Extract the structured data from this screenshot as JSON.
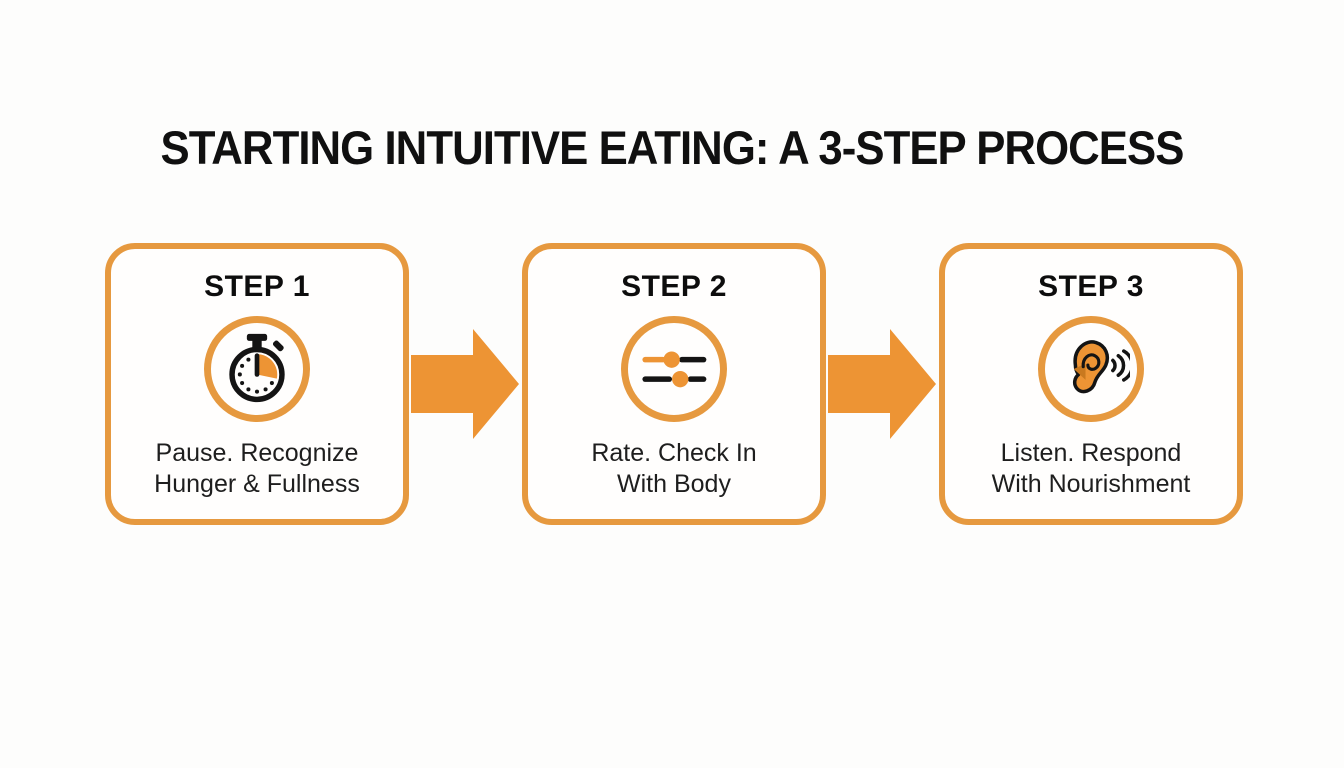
{
  "title": "STARTING INTUITIVE EATING: A 3-STEP PROCESS",
  "colors": {
    "accent": "#ED9434",
    "box-border": "#E6993F",
    "icon-outline": "#141414",
    "title-color": "#101010",
    "caption-color": "#1E1E1E"
  },
  "steps": [
    {
      "label": "STEP 1",
      "icon": "stopwatch-icon",
      "caption_line1": "Pause. Recognize",
      "caption_line2": "Hunger & Fullness"
    },
    {
      "label": "STEP 2",
      "icon": "sliders-icon",
      "caption_line1": "Rate. Check In",
      "caption_line2": "With Body"
    },
    {
      "label": "STEP 3",
      "icon": "ear-listening-icon",
      "caption_line1": "Listen. Respond",
      "caption_line2": "With Nourishment"
    }
  ],
  "connector": {
    "icon": "arrow-right-icon",
    "direction": "right",
    "count": 2
  }
}
